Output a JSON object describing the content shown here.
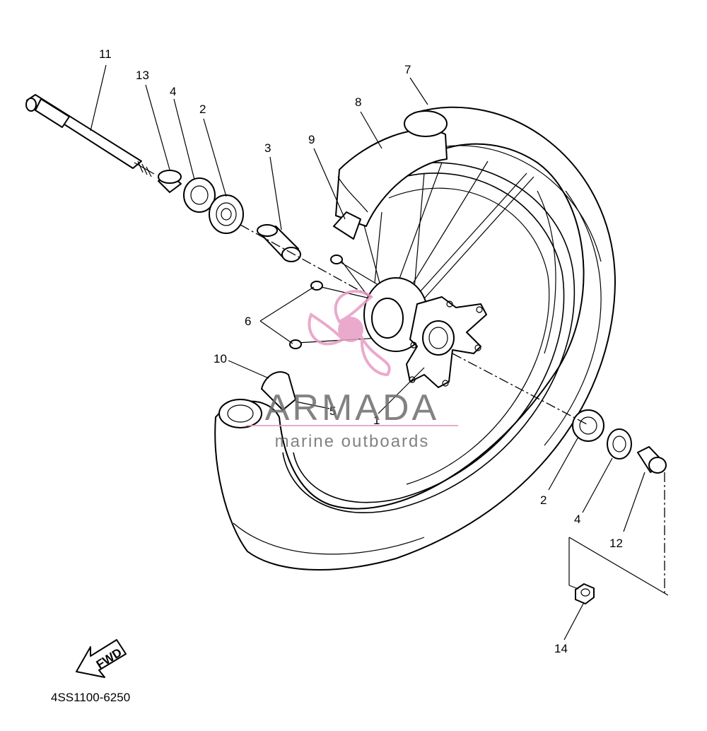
{
  "diagram_code": "4SS1100-6250",
  "fwd_label": "FWD",
  "watermark": {
    "brand": "ARMADA",
    "tagline": "marine outboards",
    "color": "#e79cc4"
  },
  "callouts": [
    {
      "id": "c11",
      "text": "11"
    },
    {
      "id": "c13",
      "text": "13"
    },
    {
      "id": "c4a",
      "text": "4"
    },
    {
      "id": "c2a",
      "text": "2"
    },
    {
      "id": "c3",
      "text": "3"
    },
    {
      "id": "c9",
      "text": "9"
    },
    {
      "id": "c8",
      "text": "8"
    },
    {
      "id": "c7",
      "text": "7"
    },
    {
      "id": "c6",
      "text": "6"
    },
    {
      "id": "c10",
      "text": "10"
    },
    {
      "id": "c5",
      "text": "5"
    },
    {
      "id": "c1",
      "text": "1"
    },
    {
      "id": "c2b",
      "text": "2"
    },
    {
      "id": "c4b",
      "text": "4"
    },
    {
      "id": "c12",
      "text": "12"
    },
    {
      "id": "c14",
      "text": "14"
    }
  ]
}
